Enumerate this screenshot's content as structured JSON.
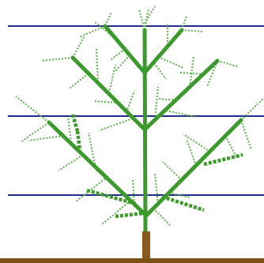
{
  "diagram": {
    "subject": "espalier-fruit-tree-on-wire-trellis",
    "colors": {
      "background": "#ffffff",
      "wire": "#1f2d8c",
      "branch": "#3c9a2c",
      "shoot": "#5ab04a",
      "spur": "#3c9a2c",
      "trunk": "#8a5a1c",
      "ground": "#7a5014"
    },
    "wires": 3,
    "tiers": 3,
    "elements": [
      "ground-line",
      "trunk",
      "central-leader",
      "main-scaffold-branches",
      "lateral-shoots",
      "fruiting-spurs",
      "trellis-wires"
    ]
  }
}
